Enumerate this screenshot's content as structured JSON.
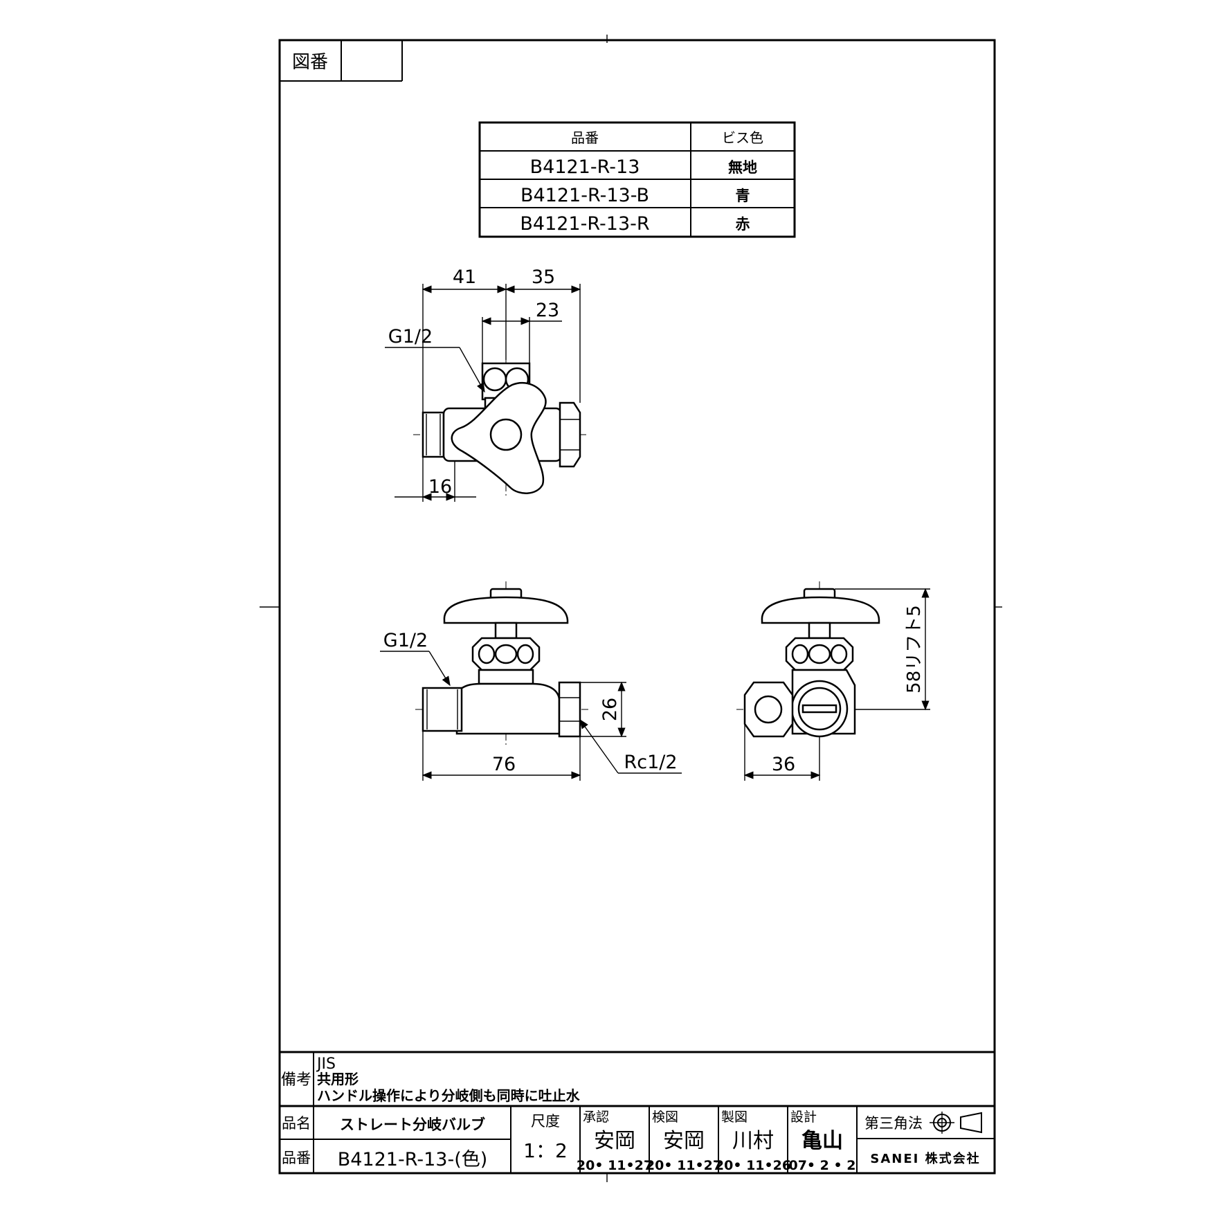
{
  "frame": {
    "zuban_label": "図番"
  },
  "variant_table": {
    "headers": [
      "品番",
      "ビス色"
    ],
    "rows": [
      {
        "part_no": "B4121-R-13",
        "screw_color": "無地"
      },
      {
        "part_no": "B4121-R-13-B",
        "screw_color": "青"
      },
      {
        "part_no": "B4121-R-13-R",
        "screw_color": "赤"
      }
    ]
  },
  "dimensions": {
    "top_view": {
      "d41": "41",
      "d35": "35",
      "d23": "23",
      "d16": "16",
      "thread": "G1/2"
    },
    "front_view": {
      "d76": "76",
      "d26": "26",
      "thread_in": "G1/2",
      "thread_out": "Rc1/2"
    },
    "side_view": {
      "d36": "36",
      "d58": "58リフト5"
    }
  },
  "remarks": {
    "label": "備考",
    "lines": [
      "JIS",
      "共用形",
      "ハンドル操作により分岐側も同時に吐止水"
    ]
  },
  "title_block": {
    "name_label": "品名",
    "name_value": "ストレート分岐バルブ",
    "number_label": "品番",
    "number_value": "B4121-R-13-(色)",
    "scale_label": "尺度",
    "scale_value": "1：2",
    "approve": {
      "label": "承認",
      "name": "安岡",
      "date": "20• 11•27"
    },
    "check": {
      "label": "検図",
      "name": "安岡",
      "date": "20• 11•27"
    },
    "draw": {
      "label": "製図",
      "name": "川村",
      "date": "20• 11•26"
    },
    "design": {
      "label": "設計",
      "name": "亀山",
      "date": "07• 2 • 2"
    },
    "projection_label": "第三角法",
    "company": "SANEI 株式会社"
  }
}
